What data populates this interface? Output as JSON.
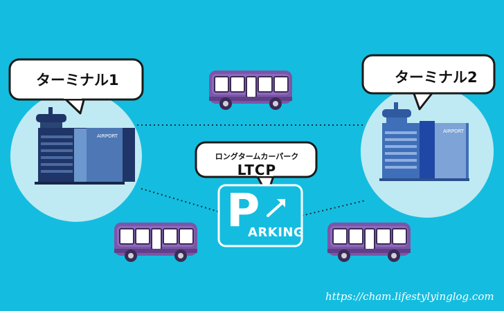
{
  "terminals": [
    {
      "label": "ターミナル1",
      "building_sign": "AIRPORT"
    },
    {
      "label": "ターミナル2",
      "building_sign": "AIRPORT"
    }
  ],
  "parking": {
    "callout_kana": "ロングタームカーパーク",
    "callout_code": "LTCP",
    "sign_initial": "P",
    "sign_rest": "ARKING"
  },
  "source_url": "https://cham.lifestylyinglog.com",
  "colors": {
    "background": "#14bde0",
    "terminal_circle": "#bfeaf3",
    "bus_body": "#7b56a8",
    "t1_building": "#1f3567",
    "t2_building": "#3f6fb8"
  },
  "icons": [
    "terminal-building-icon",
    "bus-icon",
    "parking-sign-icon",
    "arrow-icon"
  ]
}
